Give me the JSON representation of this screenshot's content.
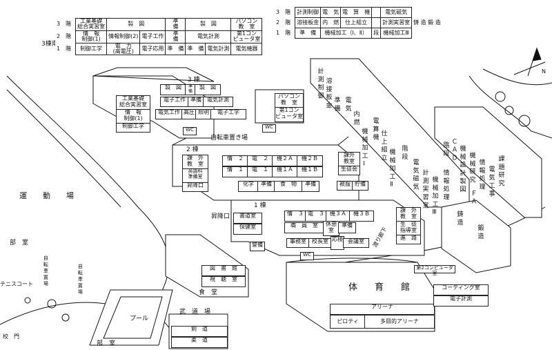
{
  "legend_west": {
    "side_label": "3棟南側",
    "rows": [
      {
        "floor": "3　階",
        "cells": [
          "工業基礎\n総合実習室",
          "製　図",
          "準\n備",
          "製　図",
          "パソコン\n教　室"
        ]
      },
      {
        "floor": "2　階",
        "cells": [
          "情　報\n制御(1)",
          "情報制御(2)",
          "電子工作",
          "準\n備",
          "電気計測",
          "第1コン\nピュータ室"
        ]
      },
      {
        "floor": "1　階",
        "cells": [
          "制御工学",
          "電　力\n(高電圧)",
          "電子応用",
          "準　備",
          "準　備",
          "電気計測",
          "電気機器"
        ]
      }
    ]
  },
  "legend_east": {
    "rows": [
      {
        "floor": "3　階",
        "cells": [
          "計測制御",
          "電　気",
          "電　算　機",
          "電気磁気"
        ],
        "right": ""
      },
      {
        "floor": "2　階",
        "cells": [
          "溶接板金",
          "内　燃",
          "仕上組立",
          "計測実習室"
        ],
        "right": "鋳 造 鍛 造"
      },
      {
        "floor": "1　階",
        "cells": [
          "準　備",
          "機械加工（Ⅰ、Ⅱ）",
          "段",
          "機械加工Ⅲ"
        ],
        "right": ""
      }
    ]
  },
  "labels": {
    "building3": "3 棟",
    "b3_r1": [
      "製　図",
      "準\n備",
      "製　図"
    ],
    "b3_r2": [
      "電子工作",
      "準備",
      "電気計測"
    ],
    "b3_r3": [
      "電気工作",
      "高圧",
      "照明",
      "電子工学"
    ],
    "b3_left": [
      "工業基礎\n総合実習室",
      "情　報\n制御(1)",
      "制御工学"
    ],
    "b3_pc": [
      "パソコン\n教　室",
      "第1コン\nピュータ室"
    ],
    "bike_main": "自転車置き場",
    "building2": "2 棟",
    "b2_r1": [
      "情　２",
      "電　２",
      "機２Ａ",
      "機２Ｂ"
    ],
    "b2_r2": [
      "情　１",
      "電　１",
      "機１Ａ",
      "機１Ｂ"
    ],
    "b2_left": [
      "課　外\n教　室",
      "英語科\n準備室",
      "昇降口"
    ],
    "b2_bottom": [
      "化学",
      "準備",
      "食　物",
      "準備"
    ],
    "b2_right": [
      "課外\n教室",
      "生徒会",
      "被服",
      "貯備"
    ],
    "building1": "1 棟",
    "b1_r1": [
      "書道室",
      "情　３",
      "電　３",
      "機３Ａ",
      "機３Ｂ"
    ],
    "b1_r2": [
      "保健室",
      "職　員　室",
      "休憩\n室",
      "準備"
    ],
    "b1_r3": [
      "警備",
      "事務室",
      "校長室",
      "応接",
      "会議室"
    ],
    "b1_right": [
      "課　外\n教　室",
      "生　徒\n指導室",
      "進　路"
    ],
    "b1_entry": "昇降口",
    "wc": "WC",
    "corridor": "渡り廊下",
    "library": [
      "図　書　館",
      "視　聴　室",
      "食　堂"
    ],
    "pool": "プール",
    "budo": [
      "武　道　場",
      "剣　道",
      "柔　道"
    ],
    "clubroom_bottom": "部　室",
    "gym": "体　育　館",
    "gym_arena": "アリーナ",
    "gym_pilotis": "ピロティ",
    "gym_multi": "多目的アリーナ",
    "pc2": "第2コンピュータ室",
    "coding": "コーディング室",
    "elec_measure": "電子計測",
    "casting": "鋳\n造",
    "forging": "鍛\n造",
    "east_long": [
      "計\n測\n制\n御",
      "溶\n接\n板\n金",
      "準\n備"
    ],
    "east_mid": [
      "電\n気",
      "内\n燃",
      "機\n械\n加\n工\nⅠ"
    ],
    "east_mid2": [
      "電\n算\n機",
      "仕\n上\n組\n立",
      "機\n械\n加\n工\nⅡ"
    ],
    "east_stairs": "階\n段",
    "east_c": [
      "電\n気\n磁\n気",
      "計\n測\n実\n習\n室",
      "機\n械\n加\n工\nⅢ"
    ],
    "info_proc": "情\n報\n処\n理",
    "cad": "Ｃ\nＡ\nＤ",
    "stairs2": "階\n段",
    "mech_design": "機\n械\n設\n計\n製\n図",
    "mech_research": "機\n械\n研\n究",
    "info_proc2": "情\n報\n処\n理",
    "electrical": "電\n気\n工\n事",
    "research": "課\n題\n研\n究",
    "fa": "Ｆ\nＡ",
    "playground": "運　動　場",
    "clubroom_left": "部　室",
    "bike_left1": "自\n転\n車\n置\n場",
    "bike_left2": "自\n転\n車\n置\n場",
    "tennis": "テニスコート",
    "gate": "校　門",
    "north": "N"
  }
}
